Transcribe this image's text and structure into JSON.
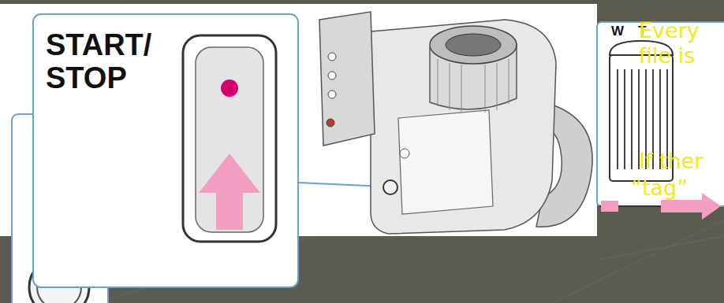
{
  "diagram": {
    "nodes": [
      {
        "text": [
          "START/ STOP"
        ]
      },
      {
        "text": [
          "W",
          "T"
        ]
      }
    ],
    "labels": [
      "Every",
      "file is",
      "If ther",
      "“tag”"
    ]
  }
}
